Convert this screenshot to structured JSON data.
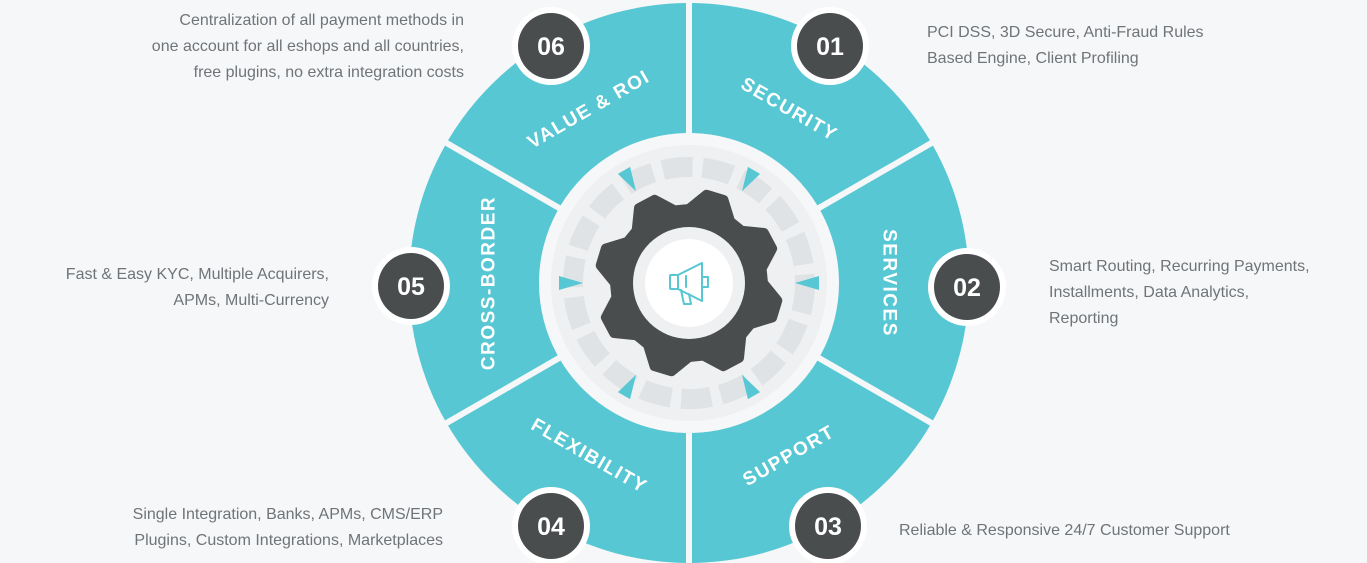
{
  "colors": {
    "background": "#f6f7f8",
    "segment": "#56c7d3",
    "badge": "#4a4d4e",
    "gear": "#4a4d4e",
    "inner_ring": "#dfe3e5",
    "inner_disc": "#eef0f1",
    "description_text": "#6f7478",
    "center_icon": "#56c7d3",
    "white": "#ffffff"
  },
  "center": {
    "icon": "megaphone-icon"
  },
  "segments": [
    {
      "number": "01",
      "title": "SECURITY",
      "description": [
        "PCI DSS, 3D Secure, Anti-Fraud Rules",
        "Based Engine, Client Profiling"
      ]
    },
    {
      "number": "02",
      "title": "SERVICES",
      "description": [
        "Smart Routing, Recurring Payments,",
        "Installments, Data Analytics,",
        "Reporting"
      ]
    },
    {
      "number": "03",
      "title": "SUPPORT",
      "description": [
        "Reliable & Responsive 24/7 Customer Support"
      ]
    },
    {
      "number": "04",
      "title": "FLEXIBILITY",
      "description": [
        "Single Integration, Banks, APMs, CMS/ERP",
        "Plugins, Custom Integrations, Marketplaces"
      ]
    },
    {
      "number": "05",
      "title": "CROSS-BORDER",
      "description": [
        "Fast & Easy KYC, Multiple Acquirers,",
        "APMs, Multi-Currency"
      ]
    },
    {
      "number": "06",
      "title": "VALUE & ROI",
      "description": [
        "Centralization of all payment methods in",
        "one account for all eshops and all countries,",
        "free plugins, no extra integration costs"
      ]
    }
  ]
}
